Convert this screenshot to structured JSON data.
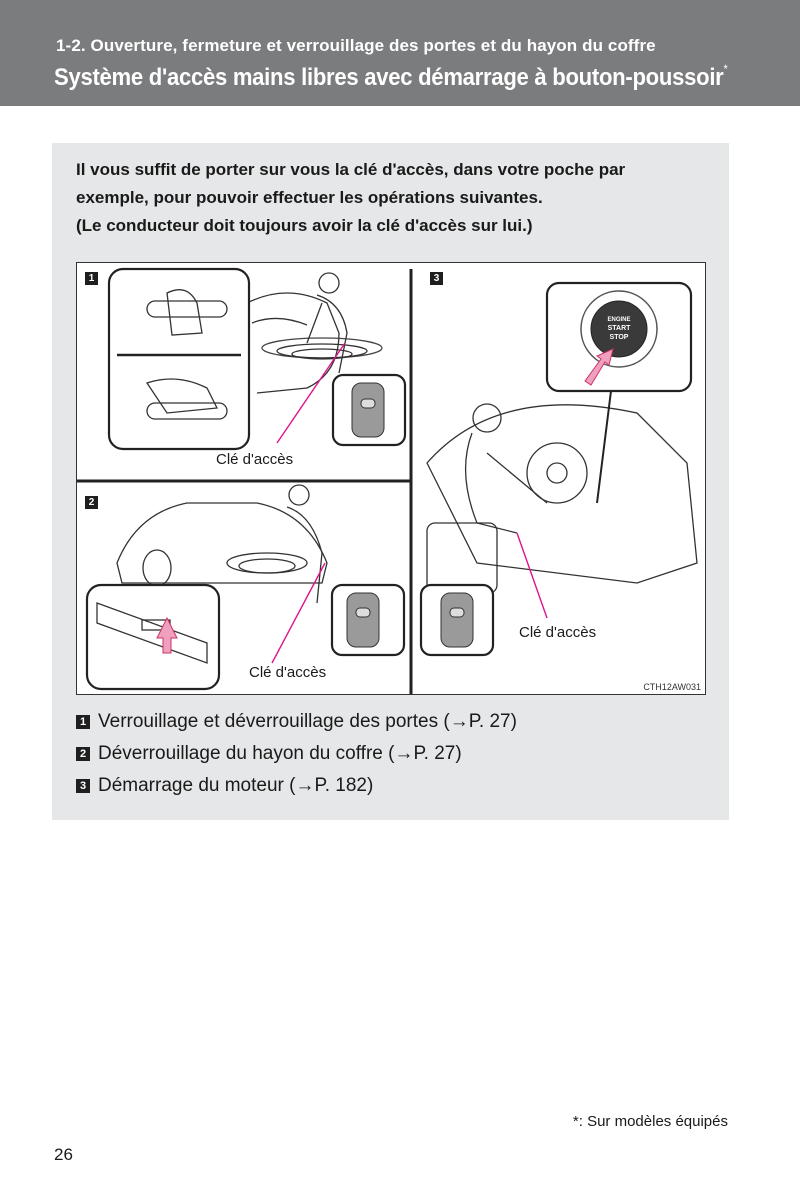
{
  "header": {
    "section": "1-2.  Ouverture, fermeture et verrouillage des portes et du hayon du coffre",
    "title": "Système d'accès mains libres avec démarrage à bouton-poussoir",
    "title_mark": "*"
  },
  "intro": [
    "Il vous suffit de porter sur vous la clé d'accès, dans votre poche par",
    "exemple, pour pouvoir effectuer les opérations suivantes.",
    "(Le conducteur doit toujours avoir la clé d'accès sur lui.)"
  ],
  "figure": {
    "panel_numbers": [
      "1",
      "2",
      "3"
    ],
    "labels": [
      "Clé d'accès",
      "Clé d'accès",
      "Clé d'accès"
    ],
    "button_text": [
      "ENGINE",
      "START",
      "STOP"
    ],
    "code": "CTH12AW031"
  },
  "items": [
    {
      "num": "1",
      "text": "Verrouillage et déverrouillage des portes (→P. 27)"
    },
    {
      "num": "2",
      "text": "Déverrouillage du hayon du coffre (→P. 27)"
    },
    {
      "num": "3",
      "text": "Démarrage du moteur (→P. 182)"
    }
  ],
  "footnote": "*: Sur modèles équipés",
  "page_number": "26",
  "colors": {
    "header": "#7b7c7e",
    "box": "#e6e7e8",
    "accent": "#e0138c",
    "arrow": "#f0a0bf"
  }
}
